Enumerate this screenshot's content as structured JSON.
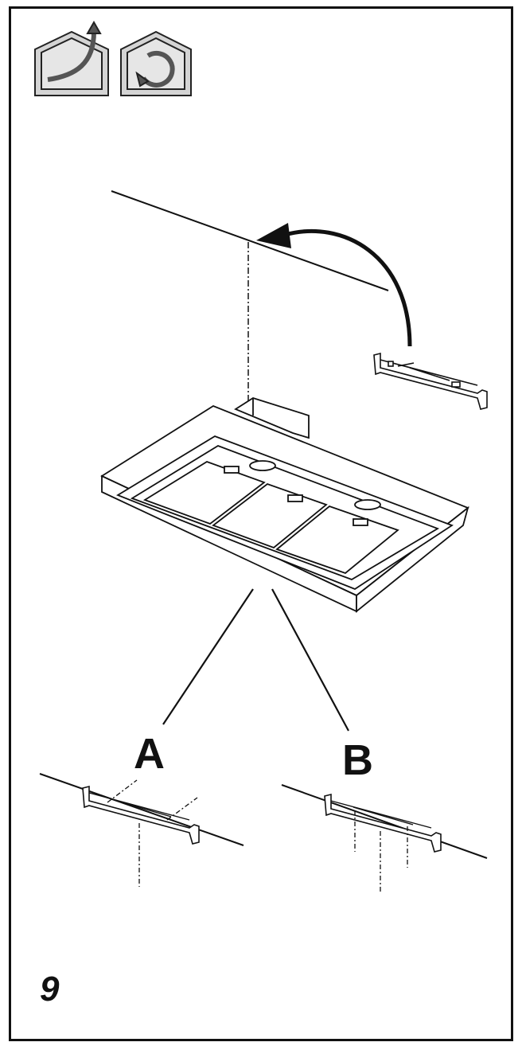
{
  "diagram": {
    "step_number": "9",
    "variant_a_label": "A",
    "variant_b_label": "B",
    "icons": [
      "ducted-mode-icon",
      "recirculating-mode-icon"
    ],
    "colors": {
      "line": "#111111",
      "icon_fill": "#cfcfcf"
    }
  }
}
